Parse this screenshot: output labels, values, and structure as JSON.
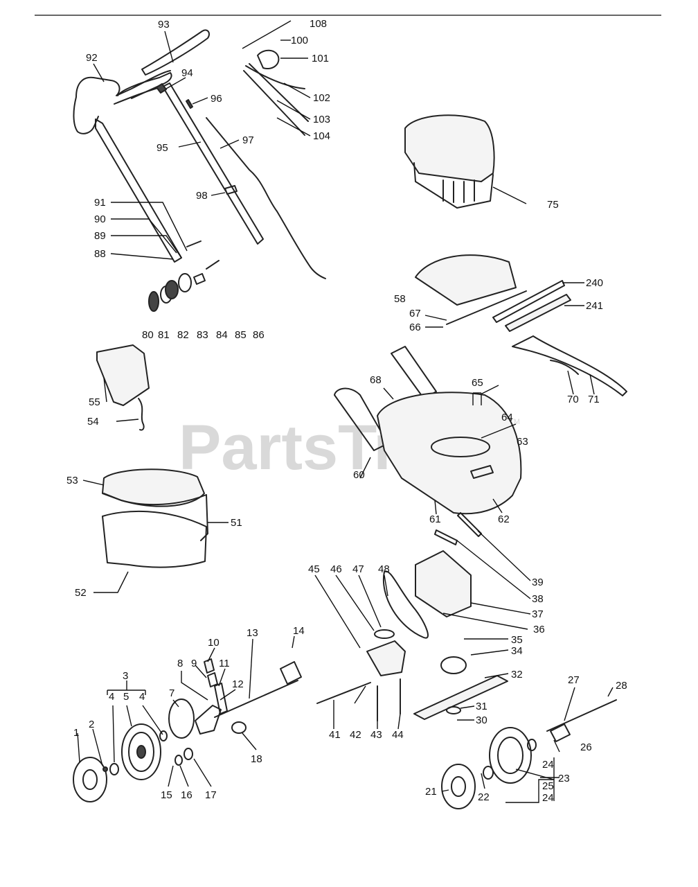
{
  "watermark": {
    "text": "PartsTree",
    "mark": "TM"
  },
  "callouts": [
    "1",
    "2",
    "3",
    "4",
    "5",
    "4",
    "7",
    "8",
    "9",
    "10",
    "11",
    "12",
    "13",
    "14",
    "15",
    "16",
    "17",
    "18",
    "21",
    "22",
    "23",
    "24",
    "25",
    "24",
    "26",
    "27",
    "28",
    "30",
    "31",
    "32",
    "34",
    "35",
    "36",
    "37",
    "38",
    "39",
    "41",
    "42",
    "43",
    "44",
    "45",
    "46",
    "47",
    "48",
    "51",
    "52",
    "53",
    "54",
    "55",
    "58",
    "60",
    "61",
    "62",
    "63",
    "64",
    "65",
    "66",
    "67",
    "68",
    "70",
    "71",
    "75",
    "80",
    "81",
    "82",
    "83",
    "84",
    "85",
    "86",
    "88",
    "89",
    "90",
    "91",
    "92",
    "93",
    "94",
    "95",
    "96",
    "97",
    "98",
    "100",
    "101",
    "102",
    "103",
    "104",
    "108",
    "240",
    "241"
  ]
}
